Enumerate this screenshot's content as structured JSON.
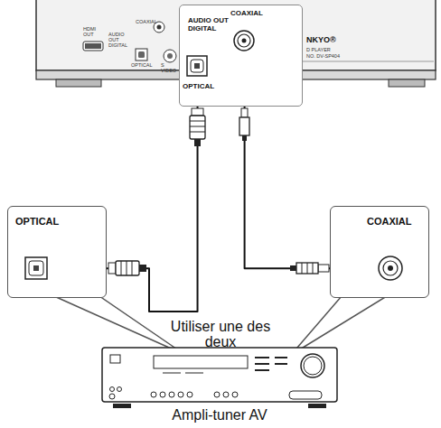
{
  "diagram": {
    "nodes": [
      {
        "text": [
          "AUDIO OUT DIGITAL",
          "COAXIAL",
          "OPTICAL"
        ]
      },
      {
        "text": [
          "OPTICAL"
        ]
      },
      {
        "text": [
          "COAXIAL"
        ]
      },
      {
        "text": [
          "Ampli-tuner AV"
        ]
      }
    ],
    "edges": [
      {
        "from": 0,
        "to": 1,
        "arrow": "none"
      },
      {
        "from": 0,
        "to": 2,
        "arrow": "none"
      }
    ],
    "labels": [
      "HDMI OUT",
      "AUDIO OUT DIGITAL",
      "COAXIAL",
      "OPTICAL",
      "S VIDEO",
      "NKYO®",
      "D PLAYER",
      "NO. DV-SP404",
      "Utiliser une des deux"
    ]
  }
}
